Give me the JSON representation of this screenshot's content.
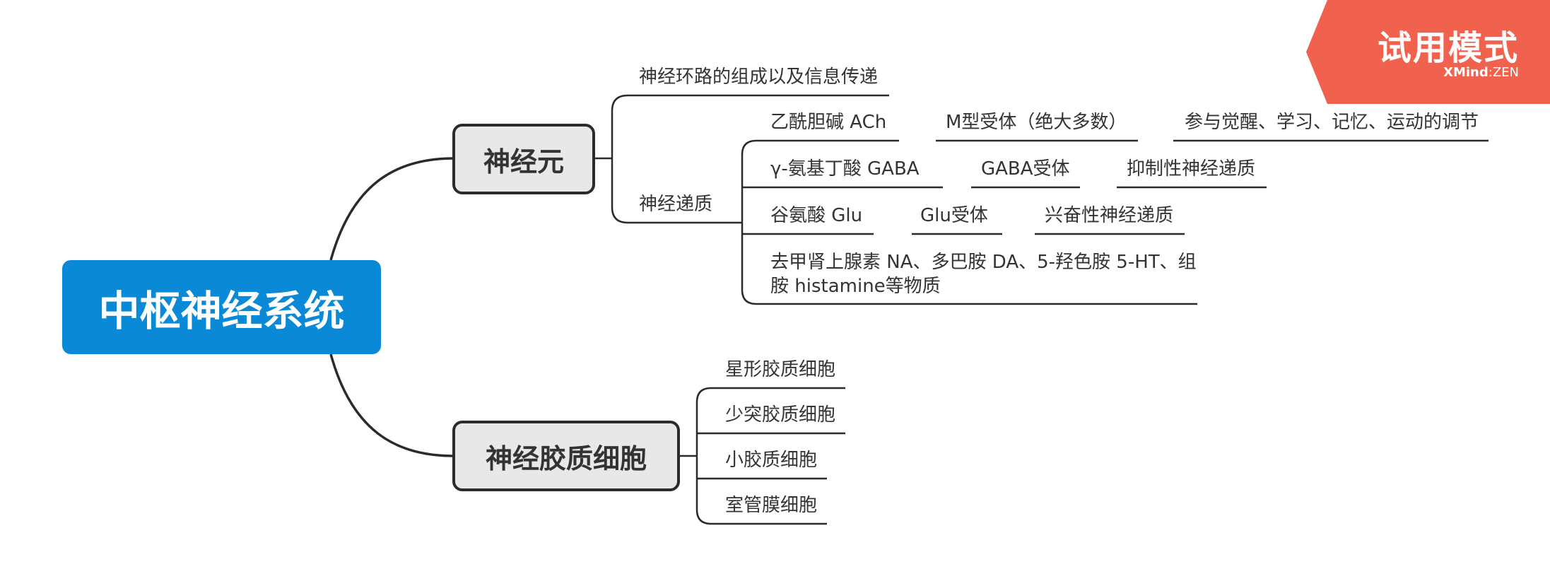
{
  "root": {
    "label": "中枢神经系统"
  },
  "neuron": {
    "label": "神经元",
    "circuit": "神经环路的组成以及信息传递",
    "transmitter": {
      "label": "神经递质",
      "rows": [
        [
          "乙酰胆碱  ACh",
          "M型受体（绝大多数）",
          "参与觉醒、学习、记忆、运动的调节"
        ],
        [
          "γ-氨基丁酸  GABA",
          "GABA受体",
          "抑制性神经递质"
        ],
        [
          "谷氨酸  Glu",
          "Glu受体",
          "兴奋性神经递质"
        ]
      ],
      "other": "去甲肾上腺素 NA、多巴胺 DA、5-羟色胺 5-HT、组胺 histamine等物质"
    }
  },
  "glia": {
    "label": "神经胶质细胞",
    "items": [
      "星形胶质细胞",
      "少突胶质细胞",
      "小胶质细胞",
      "室管膜细胞"
    ]
  },
  "trial": {
    "title": "试用模式",
    "brand": "XMind",
    "separator": ":",
    "edition": "ZEN"
  },
  "colors": {
    "root_fill": "#0A8AD6",
    "main_fill": "#E8E8E8",
    "line": "#2B2B2B",
    "trial_badge": "#F0624D"
  }
}
